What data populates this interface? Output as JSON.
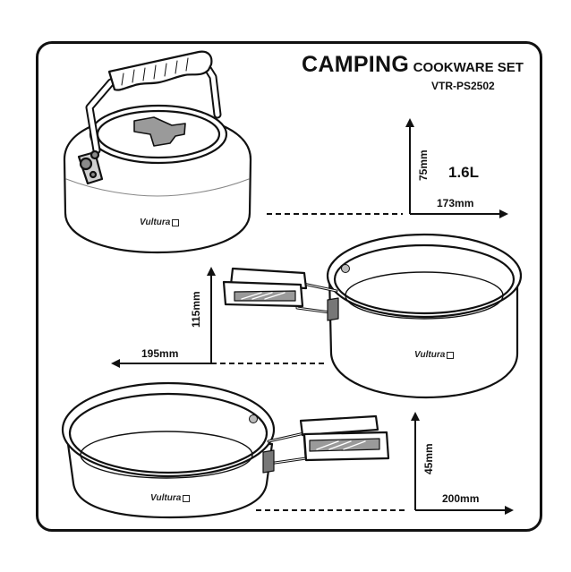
{
  "title": {
    "main": "CAMPING",
    "sub": "COOKWARE SET"
  },
  "model": "VTR-PS2502",
  "brand": "Vultura",
  "kettle": {
    "capacity": "1.6L",
    "height": "75mm",
    "width": "173mm"
  },
  "pot": {
    "height": "115mm",
    "width": "195mm"
  },
  "pan": {
    "height": "45mm",
    "width": "200mm"
  }
}
